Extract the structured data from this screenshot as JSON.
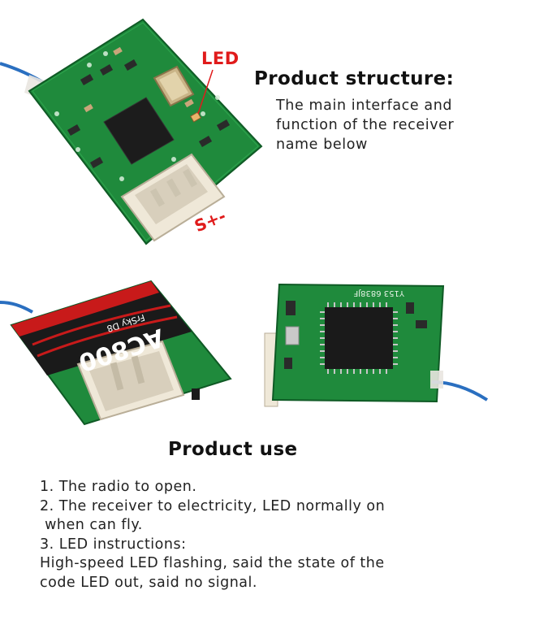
{
  "labels": {
    "led": "LED",
    "pins": "S+-",
    "ac800_model": "AC800",
    "ac800_protocol": "FrSky D8",
    "chip_marking": "Y153  6838JF"
  },
  "structure": {
    "heading": "Product structure:",
    "description": [
      "The main interface and",
      "function of the receiver",
      "name below"
    ]
  },
  "use": {
    "heading": "Product use",
    "lines": [
      "1. The radio to open.",
      "2. The receiver to electricity, LED normally on",
      " when can fly.",
      "3. LED instructions:",
      "High-speed LED flashing, said the state of the",
      "code LED out, said no signal."
    ]
  },
  "colors": {
    "pcb_green": "#1f8a3c",
    "pcb_dark": "#0f5a25",
    "led_red": "#e01b1b",
    "wire_blue": "#2a6fc0",
    "connector_ivory": "#efe8d8"
  }
}
